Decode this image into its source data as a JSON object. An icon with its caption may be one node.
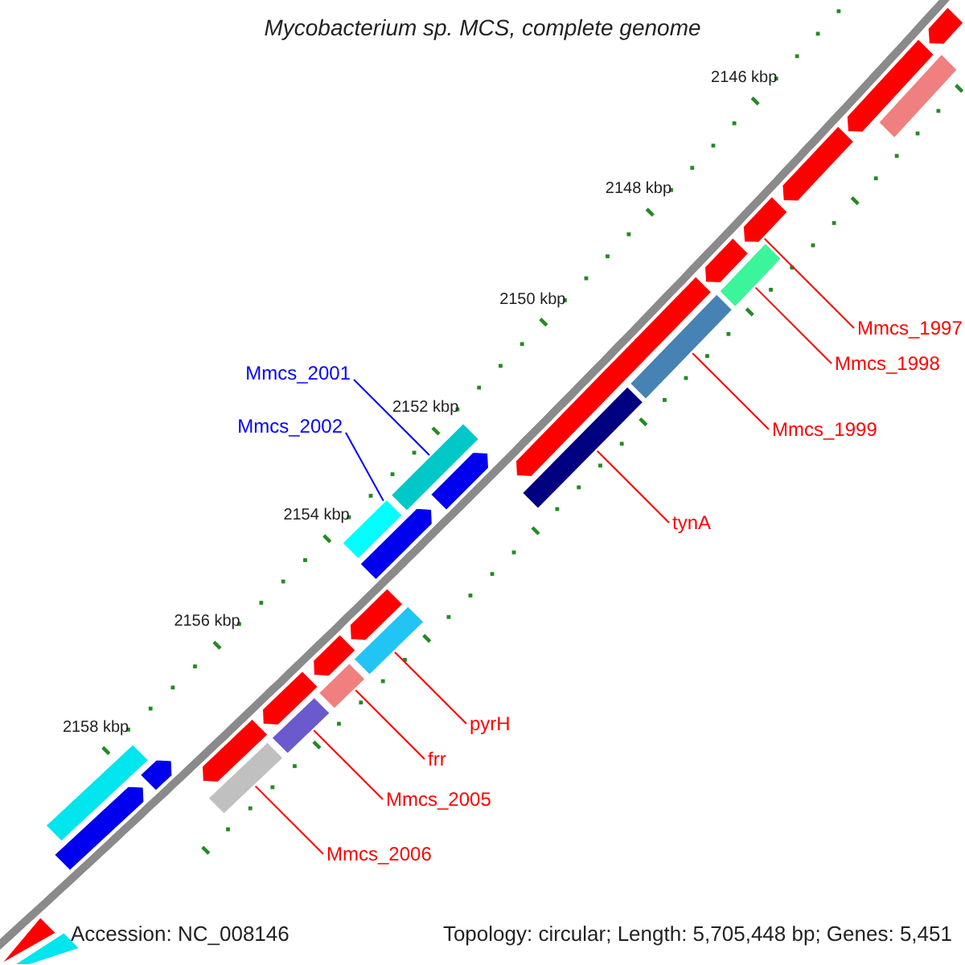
{
  "diagram": {
    "title": "Mycobacterium sp. MCS, complete genome",
    "nodes": [
      {
        "text": [
          "Mmcs_1997"
        ]
      },
      {
        "text": [
          "Mmcs_1998"
        ]
      },
      {
        "text": [
          "Mmcs_2001"
        ]
      },
      {
        "text": [
          "Mmcs_2002"
        ]
      },
      {
        "text": [
          "Mmcs_1999"
        ]
      },
      {
        "text": [
          "tynA"
        ]
      },
      {
        "text": [
          "pyrH"
        ]
      },
      {
        "text": [
          "frr"
        ]
      },
      {
        "text": [
          "Mmcs_2005"
        ]
      },
      {
        "text": [
          "Mmcs_2006"
        ]
      },
      {
        "text": [],
        "shape": "bar"
      },
      {
        "text": [],
        "shape": "bar"
      },
      {
        "text": [],
        "shape": "bar"
      },
      {
        "text": [],
        "shape": "bar"
      },
      {
        "text": [],
        "shape": "bar"
      },
      {
        "text": [],
        "shape": "bar"
      },
      {
        "text": [],
        "shape": "bar"
      },
      {
        "text": [],
        "shape": "bar"
      },
      {
        "text": [],
        "shape": "bar"
      },
      {
        "text": [],
        "shape": "bar"
      },
      {
        "text": [],
        "shape": "bar"
      },
      {
        "text": [],
        "shape": "bar"
      },
      {
        "text": [],
        "shape": "bar"
      },
      {
        "text": [],
        "shape": "bar"
      },
      {
        "text": [],
        "shape": "bar"
      },
      {
        "text": [],
        "shape": "bar"
      },
      {
        "text": [],
        "shape": "bar"
      },
      {
        "text": [],
        "shape": "bar"
      },
      {
        "text": [],
        "shape": "bar"
      },
      {
        "text": [],
        "shape": "bar"
      },
      {
        "text": [],
        "shape": "bar"
      },
      {
        "text": [],
        "shape": "bar"
      },
      {
        "text": [],
        "shape": "bar"
      },
      {
        "text": [],
        "shape": "bar"
      },
      {
        "text": [],
        "shape": "bar"
      },
      {
        "text": [],
        "shape": "bar"
      },
      {
        "text": [],
        "shape": "bar"
      }
    ],
    "edges": [
      {
        "from": 0,
        "to": 10,
        "arrow": "none"
      },
      {
        "from": 1,
        "to": 11,
        "arrow": "none"
      },
      {
        "from": 2,
        "to": 12,
        "arrow": "none",
        "color": "#0000ff"
      },
      {
        "from": 3,
        "to": 13,
        "arrow": "none",
        "color": "#0000ff"
      },
      {
        "from": 4,
        "to": 14,
        "arrow": "none"
      },
      {
        "from": 5,
        "to": 15,
        "arrow": "none"
      },
      {
        "from": 6,
        "to": 16,
        "arrow": "none"
      },
      {
        "from": 7,
        "to": 17,
        "arrow": "none"
      },
      {
        "from": 8,
        "to": 18,
        "arrow": "none"
      },
      {
        "from": 9,
        "to": 19,
        "arrow": "none"
      }
    ],
    "labels": [
      "2146 kbp",
      "2148 kbp",
      "2150 kbp",
      "2152 kbp",
      "2154 kbp",
      "2156 kbp",
      "2158 kbp",
      "Accession: NC_008146",
      "Topology: circular; Length: 5,705,448 bp; Genes: 5,451"
    ]
  }
}
